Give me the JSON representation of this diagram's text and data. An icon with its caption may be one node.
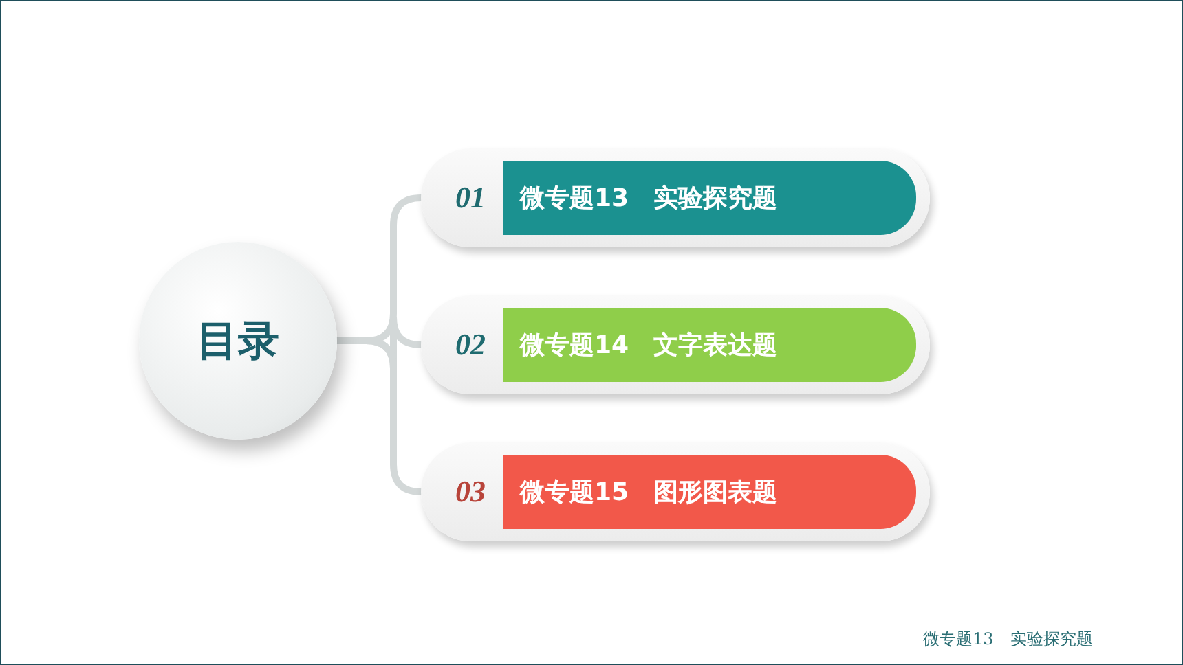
{
  "diagram": {
    "nodes": [
      {
        "text": [
          "目录"
        ]
      },
      {
        "text": [
          "01",
          "微专题13　实验探究题"
        ]
      },
      {
        "text": [
          "02",
          "微专题14　文字表达题"
        ]
      },
      {
        "text": [
          "03",
          "微专题15　图形图表题"
        ]
      }
    ],
    "edges": [
      {
        "from": 0,
        "to": 1,
        "arrow": "none"
      },
      {
        "from": 0,
        "to": 2,
        "arrow": "none"
      },
      {
        "from": 0,
        "to": 3,
        "arrow": "none"
      }
    ],
    "labels": [
      "微专题13　实验探究题"
    ]
  }
}
